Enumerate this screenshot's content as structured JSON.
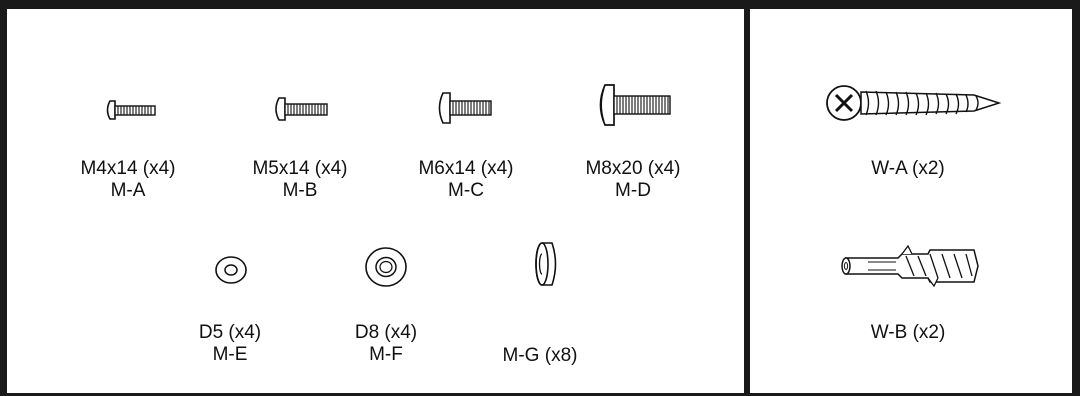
{
  "hardware": {
    "screws": [
      {
        "size": "M4x14 (x4)",
        "code": "M-A"
      },
      {
        "size": "M5x14 (x4)",
        "code": "M-B"
      },
      {
        "size": "M6x14 (x4)",
        "code": "M-C"
      },
      {
        "size": "M8x20 (x4)",
        "code": "M-D"
      }
    ],
    "washers": [
      {
        "size": "D5 (x4)",
        "code": "M-E"
      },
      {
        "size": "D8 (x4)",
        "code": "M-F"
      }
    ],
    "spacer": {
      "label": "M-G (x8)"
    },
    "wall": {
      "wood_screw": "W-A (x2)",
      "anchor": "W-B (x2)"
    }
  }
}
